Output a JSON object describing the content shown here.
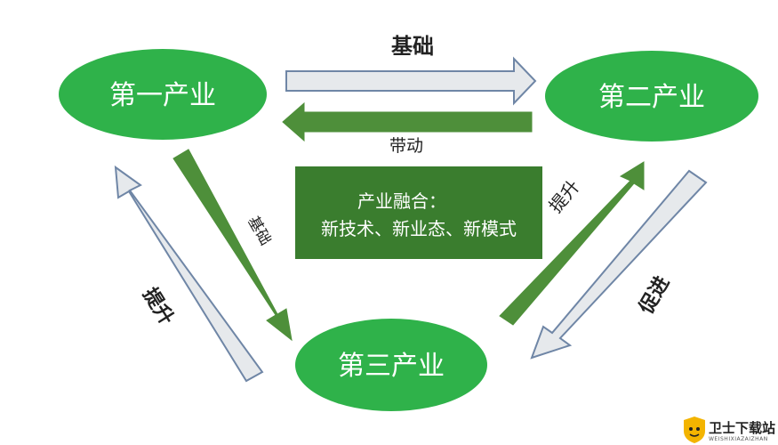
{
  "nodes": {
    "primary": "第一产业",
    "secondary": "第二产业",
    "tertiary": "第三产业"
  },
  "edges": {
    "primary_to_secondary": "基础",
    "secondary_to_primary": "带动",
    "primary_to_tertiary": "基础",
    "tertiary_to_primary": "提升",
    "tertiary_to_secondary": "提升",
    "secondary_to_tertiary": "促进"
  },
  "center": {
    "title": "产业融合：",
    "subtitle": "新技术、新业态、新模式"
  },
  "watermark": {
    "name": "卫士下载站",
    "sub": "WEISHIXIAZAIZHAN"
  },
  "colors": {
    "node_fill": "#2fb24a",
    "center_fill": "#3a7d2e",
    "green_arrow": "#4e8f3a",
    "grey_arrow": "#e6e9ec",
    "arrow_outline": "#6f86a6"
  }
}
